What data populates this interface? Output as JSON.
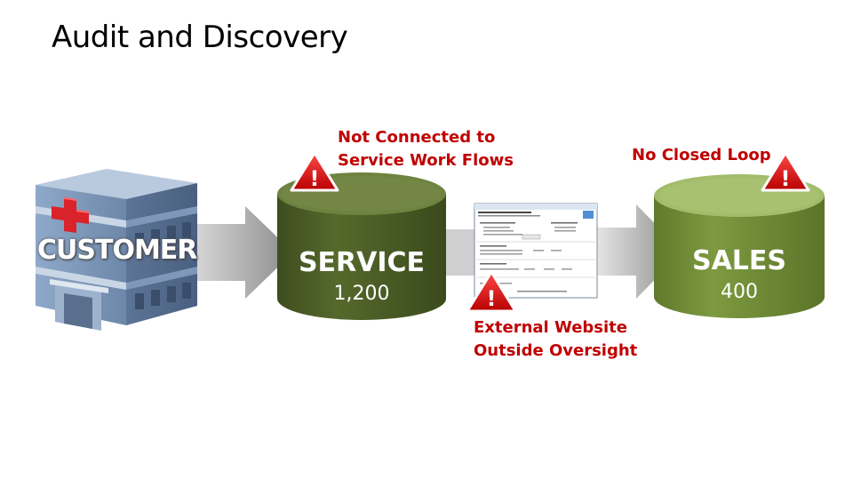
{
  "slide": {
    "title": "Audit and Discovery"
  },
  "customer": {
    "label": "CUSTOMER",
    "icon": "hospital-building-icon"
  },
  "service": {
    "title": "SERVICE",
    "value": "1,200",
    "warning": [
      "Not Connected to",
      "Service Work Flows"
    ]
  },
  "website": {
    "warning": [
      "External Website",
      "Outside Oversight"
    ],
    "icon": "web-form-screenshot"
  },
  "sales": {
    "title": "SALES",
    "value": "400",
    "warning": [
      "No Closed Loop"
    ]
  },
  "colors": {
    "warning_text": "#c00000",
    "service_cylinder": "#4f6228",
    "sales_cylinder": "#77933c",
    "arrow": "#a6a6a6",
    "warning_icon": "#d40000"
  }
}
